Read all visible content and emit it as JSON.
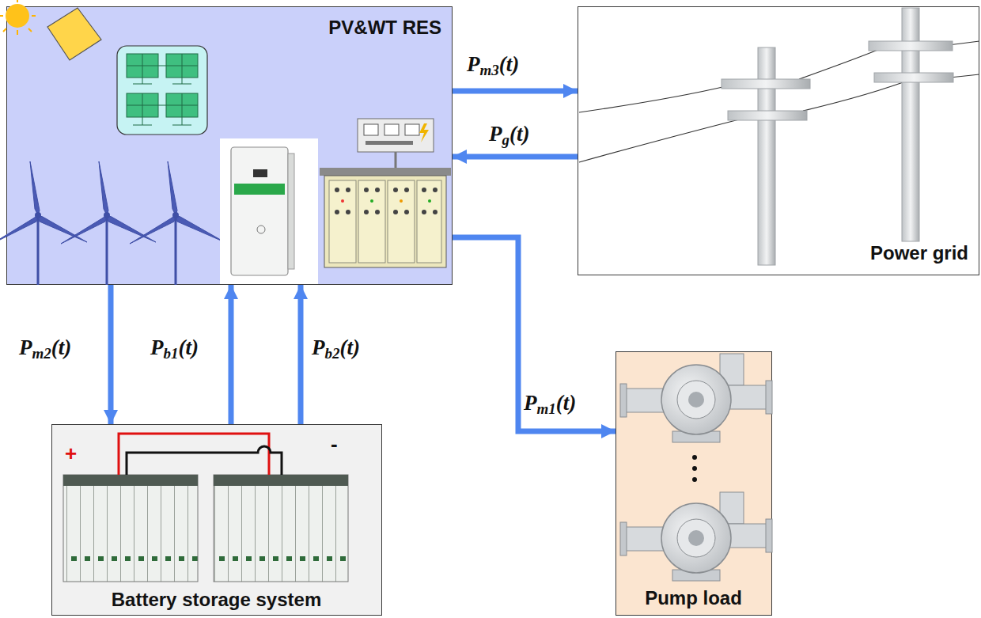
{
  "diagram": {
    "nodes": [
      {
        "text": [
          "PV&WT RES"
        ]
      },
      {
        "text": [
          "Power grid"
        ]
      },
      {
        "text": [
          "Battery storage system"
        ]
      },
      {
        "text": [
          "Pump load"
        ]
      }
    ],
    "edges": [
      {
        "from": 0,
        "to": 1,
        "label": "Pm3(t)",
        "arrow": "to"
      },
      {
        "from": 1,
        "to": 0,
        "label": "Pg(t)",
        "arrow": "to"
      },
      {
        "from": 0,
        "to": 2,
        "label": "Pm2(t)",
        "arrow": "to"
      },
      {
        "from": 2,
        "to": 0,
        "label": "Pb1(t)",
        "arrow": "to"
      },
      {
        "from": 2,
        "to": 0,
        "label": "Pb2(t)",
        "arrow": "to"
      },
      {
        "from": 0,
        "to": 3,
        "label": "Pm1(t)",
        "arrow": "to"
      }
    ],
    "labels": [
      "+",
      "-"
    ]
  }
}
